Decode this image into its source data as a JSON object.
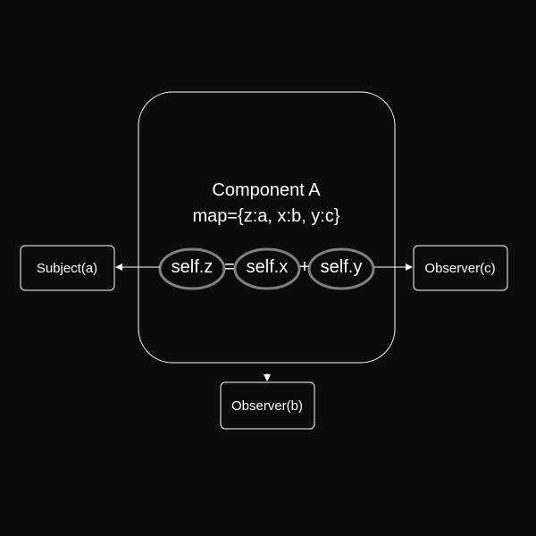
{
  "colors": {
    "background": "#0b0b0b",
    "stroke": "#ffffff",
    "ellipse": "#7f7f7f",
    "text": "#ffffff"
  },
  "component": {
    "title": "Component A",
    "map": "map={z:a, x:b, y:c}"
  },
  "expression": {
    "z": "self.z",
    "equals": "=",
    "x": "self.x",
    "plus": "+",
    "y": "self.y"
  },
  "subject": {
    "label": "Subject(a)"
  },
  "observer_b": {
    "label": "Observer(b)"
  },
  "observer_c": {
    "label": "Observer(c)"
  }
}
